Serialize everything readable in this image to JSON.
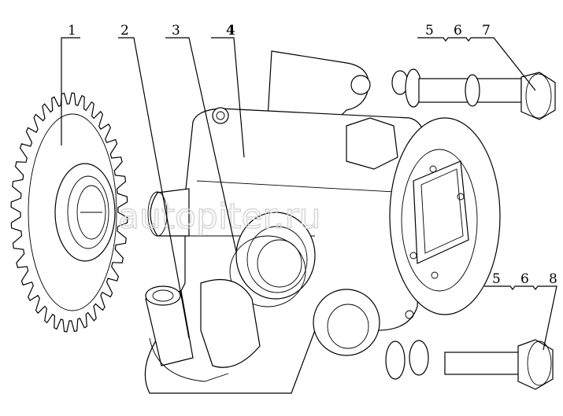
{
  "watermark": "autopiter.ru",
  "callouts": {
    "gear": "1",
    "fitting": "2",
    "o_ring": "3",
    "pump_body": "4",
    "top_group": [
      "5",
      "6",
      "7"
    ],
    "bottom_group": [
      "5",
      "6",
      "8"
    ]
  }
}
